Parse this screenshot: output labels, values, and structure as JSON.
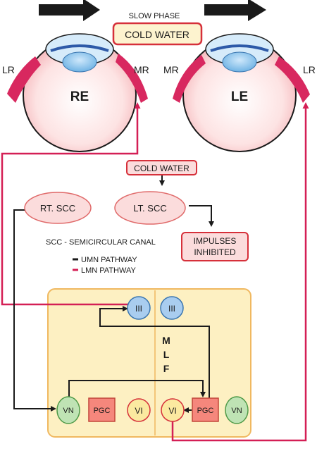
{
  "header": {
    "slow_phase": "SLOW PHASE",
    "stimulus": "COLD WATER"
  },
  "eyes": {
    "right": {
      "label": "RE",
      "lateral": "LR",
      "medial": "MR"
    },
    "left": {
      "label": "LE",
      "lateral": "LR",
      "medial": "MR"
    }
  },
  "flow": {
    "cold_water": "COLD WATER",
    "rt_scc": "RT. SCC",
    "lt_scc": "LT. SCC",
    "impulses_line1": "IMPULSES",
    "impulses_line2": "INHIBITED"
  },
  "legend": {
    "definition": "SCC - SEMICIRCULAR CANAL",
    "umn": "UMN PATHWAY",
    "lmn": "LMN PATHWAY"
  },
  "brainstem": {
    "mlf": [
      "M",
      "L",
      "F"
    ],
    "nucleus_iii": "III",
    "nucleus_vi": "VI",
    "pgc": "PGC",
    "vn": "VN"
  },
  "colors": {
    "lmn": "#d41f55",
    "umn": "#1a1a1a",
    "brainstem_fill": "#fdf0c2",
    "brainstem_border": "#f0b860",
    "scc_fill": "#fbdcdc",
    "box_border": "#d6303a",
    "iii_fill": "#a9cdef",
    "vi_fill": "#fbe9a0",
    "pgc_fill": "#f5877c",
    "vn_fill": "#bfe3b4"
  }
}
